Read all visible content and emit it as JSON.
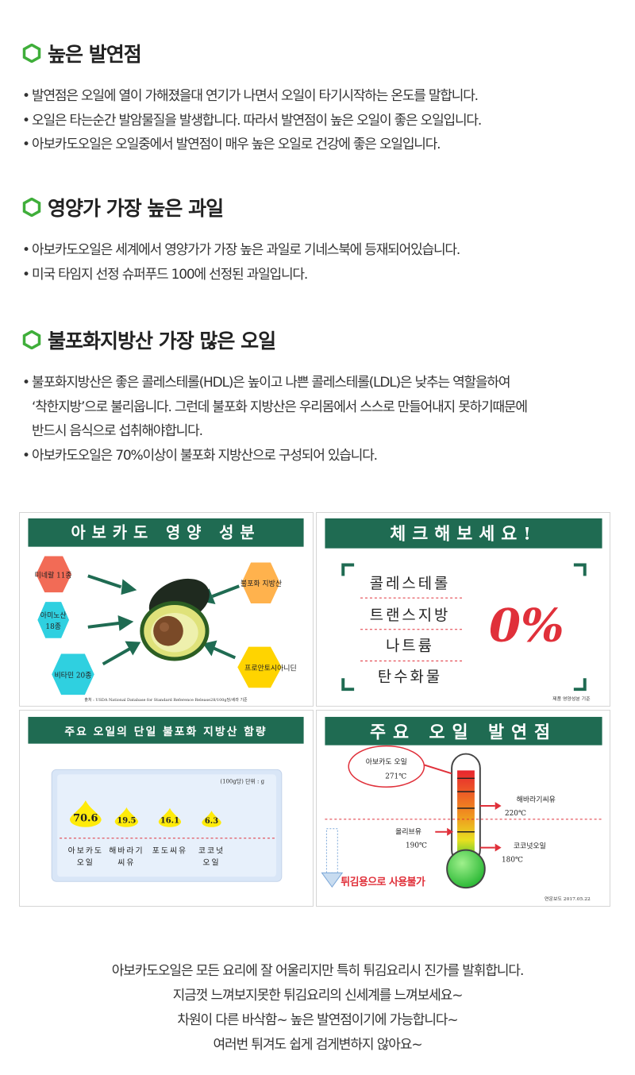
{
  "colors": {
    "accent_green": "#3fae3a",
    "banner_green": "#1f6b52",
    "red": "#e0303a"
  },
  "sections": [
    {
      "title": "높은 발연점",
      "bullets": [
        "발연점은 오일에 열이 가해졌을대 연기가 나면서 오일이 타기시작하는 온도를 말합니다.",
        "오일은 타는순간 발암물질을 발생합니다. 따라서 발연점이 높은 오일이 좋은 오일입니다.",
        "아보카도오일은 오일중에서 발연점이 매우 높은 오일로 건강에 좋은 오일입니다."
      ]
    },
    {
      "title": "영양가 가장 높은 과일",
      "bullets": [
        "아보카도오일은 세계에서 영양가가 가장 높은 과일로 기네스북에 등재되어있습니다.",
        "미국 타임지 선정 슈퍼푸드 100에 선정된 과일입니다."
      ]
    },
    {
      "title": "불포화지방산 가장 많은 오일",
      "bullets": [
        [
          "불포화지방산은 좋은 콜레스테롤(HDL)은 높이고 나쁜 콜레스테롤(LDL)은 낮추는 역할을하여",
          "‘착한지방’으로 불리웁니다. 그런데 불포화 지방산은 우리몸에서 스스로 만들어내지 못하기때문에",
          "반드시 음식으로 섭취해야합니다."
        ],
        "아보카도오일은 70%이상이 불포화 지방산으로 구성되어 있습니다."
      ]
    }
  ],
  "panel_nutrition": {
    "title": "아보카도 영양 성분",
    "labels": [
      "미네랄 11종",
      "아미노산 18종",
      "비타민 20종",
      "불포화 지방산",
      "프로안토시아니딘"
    ],
    "source": "출처 : USDA National Database for Standard Reference Release28/100g당/세라 기준"
  },
  "panel_check": {
    "title": "체크해보세요!",
    "items": [
      "콜레스테롤",
      "트랜스지방",
      "나트륨",
      "탄수화물"
    ],
    "value": "0%",
    "note": "제품 영양성분 기준"
  },
  "panel_fat": {
    "title": "주요 오일의 단일 불포화 지방산 함량",
    "unit": "(100g당) 단위 : g",
    "chart_data": {
      "type": "bar",
      "categories": [
        "아보카도 오일",
        "해바라기 씨유",
        "포도씨유",
        "코코넛 오일"
      ],
      "values": [
        70.6,
        19.5,
        16.1,
        6.3
      ],
      "category_lines": [
        [
          "아보카도",
          "오일"
        ],
        [
          "해바라기",
          "씨유"
        ],
        [
          "포도씨유"
        ],
        [
          "코코넛",
          "오일"
        ]
      ],
      "value_labels": [
        "70.6",
        "19.5",
        "16.1",
        "6.3"
      ]
    }
  },
  "panel_smoke": {
    "title": "주요 오일 발연점",
    "oils": [
      {
        "name": "아보카도 오일",
        "temp": "271℃"
      },
      {
        "name": "해바라기씨유",
        "temp": "220℃"
      },
      {
        "name": "올리브유",
        "temp": "190℃"
      },
      {
        "name": "코코넛오일",
        "temp": "180℃"
      }
    ],
    "warning": "튀김용으로 사용불가",
    "note": "연운보도 2017.05.22"
  },
  "closing": [
    "아보카도오일은 모든 요리에 잘 어울리지만 특히 튀김요리시 진가를 발휘합니다.",
    "지금껏 느껴보지못한 튀김요리의 신세계를 느껴보세요~",
    "차원이 다른 바삭함~ 높은 발연점이기에 가능합니다~",
    "여러번 튀겨도 쉽게 검게변하지 않아요~"
  ]
}
